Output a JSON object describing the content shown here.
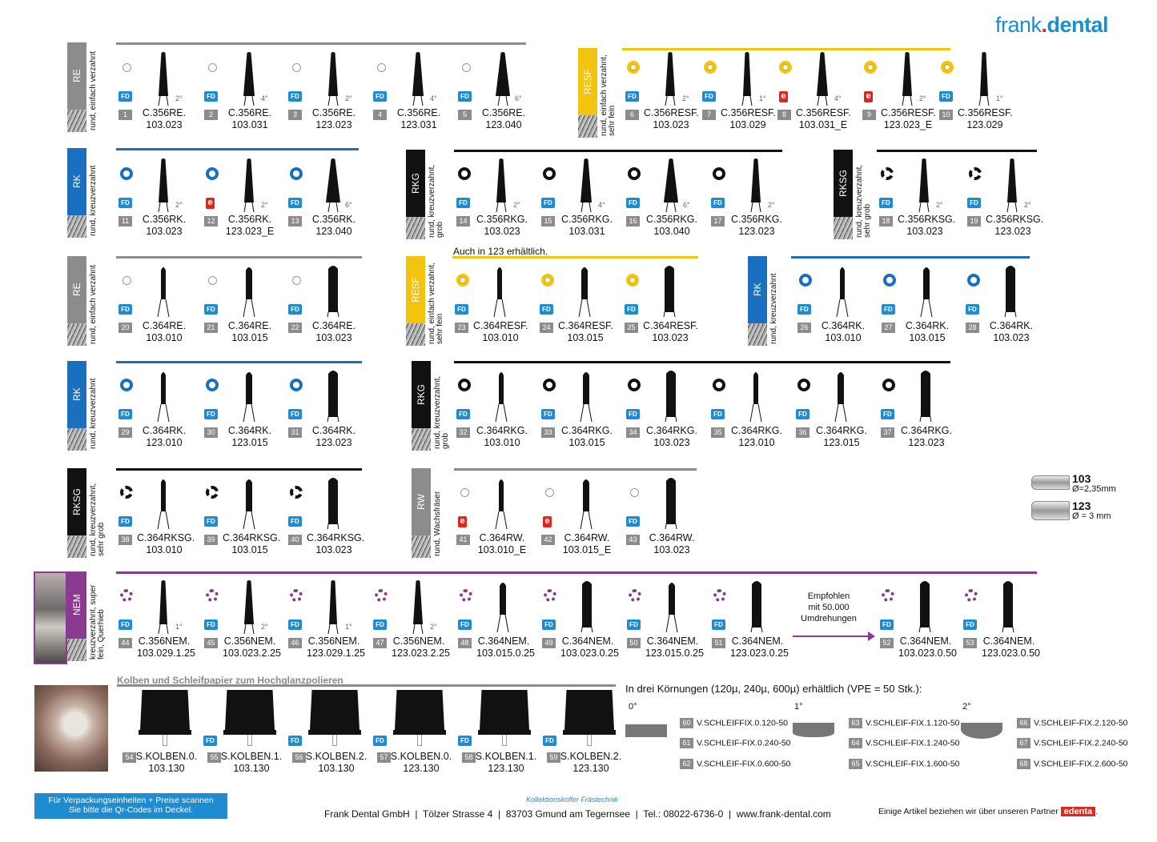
{
  "brand": {
    "left": "frank",
    "dot": ".",
    "right": "dental"
  },
  "colors": {
    "gray": "#8c8c8c",
    "blue": "#1b6fbf",
    "black": "#111111",
    "yellow": "#f2c40e",
    "purple": "#8a3b8f",
    "fd": "#1f8bd0",
    "red": "#e2261c"
  },
  "badges": {
    "fd": "FD",
    "e": "e"
  },
  "groups": [
    {
      "code": "RE",
      "desc": "rund, einfach verzahnt",
      "color": "gray"
    },
    {
      "code": "RESF",
      "desc": "rund, einfach verzahnt, sehr fein",
      "color": "yellow"
    },
    {
      "code": "RK",
      "desc": "rund, kreuzverzahnt",
      "color": "blue"
    },
    {
      "code": "RKG",
      "desc": "rund, kreuzverzahnt, grob",
      "color": "black"
    },
    {
      "code": "RKSG",
      "desc": "rund, kreuzverzahnt, sehr grob",
      "color": "black"
    },
    {
      "code": "RE",
      "desc": "rund, einfach verzahnt",
      "color": "gray"
    },
    {
      "code": "RESF",
      "desc": "rund, einfach verzahnt, sehr fein",
      "color": "yellow"
    },
    {
      "code": "RK",
      "desc": "rund, kreuzverzahnt",
      "color": "blue"
    },
    {
      "code": "RK",
      "desc": "rund, kreuzverzahnt",
      "color": "blue"
    },
    {
      "code": "RKG",
      "desc": "rund, kreuzverzahnt, grob",
      "color": "black"
    },
    {
      "code": "RKSG",
      "desc": "rund, kreuzverzahnt, sehr grob",
      "color": "black"
    },
    {
      "code": "RW",
      "desc": "rund, Wachsfräser",
      "color": "gray"
    },
    {
      "code": "NEM",
      "desc": "kreuzverzahnt, super fein, Querhieb",
      "color": "purple"
    }
  ],
  "items": [
    {
      "n": "1",
      "l1": "C.356RE.",
      "l2": "103.023",
      "a": "2°",
      "b": "fd",
      "r": "thin"
    },
    {
      "n": "2",
      "l1": "C.356RE.",
      "l2": "103.031",
      "a": "4°",
      "b": "fd",
      "r": "thin"
    },
    {
      "n": "3",
      "l1": "C.356RE.",
      "l2": "123.023",
      "a": "2°",
      "b": "fd",
      "r": "thin"
    },
    {
      "n": "4",
      "l1": "C.356RE.",
      "l2": "123.031",
      "a": "4°",
      "b": "fd",
      "r": "thin"
    },
    {
      "n": "5",
      "l1": "C.356RE.",
      "l2": "123.040",
      "a": "6°",
      "b": "fd",
      "r": "thin"
    },
    {
      "n": "6",
      "l1": "C.356RESF.",
      "l2": "103.023",
      "a": "2°",
      "b": "fd",
      "r": "yellow"
    },
    {
      "n": "7",
      "l1": "C.356RESF.",
      "l2": "103.029",
      "a": "1°",
      "b": "fd",
      "r": "yellow"
    },
    {
      "n": "8",
      "l1": "C.356RESF.",
      "l2": "103.031_E",
      "a": "4°",
      "b": "e",
      "r": "yellow"
    },
    {
      "n": "9",
      "l1": "C.356RESF.",
      "l2": "123.023_E",
      "a": "2°",
      "b": "e",
      "r": "yellow"
    },
    {
      "n": "10",
      "l1": "C.356RESF.",
      "l2": "123.029",
      "a": "1°",
      "b": "fd",
      "r": "yellow"
    },
    {
      "n": "11",
      "l1": "C.356RK.",
      "l2": "103.023",
      "a": "2°",
      "b": "fd",
      "r": "blue"
    },
    {
      "n": "12",
      "l1": "C.356RK.",
      "l2": "123.023_E",
      "a": "2°",
      "b": "e",
      "r": "blue"
    },
    {
      "n": "13",
      "l1": "C.356RK.",
      "l2": "123.040",
      "a": "6°",
      "b": "fd",
      "r": "blue"
    },
    {
      "n": "14",
      "l1": "C.356RKG.",
      "l2": "103.023",
      "a": "2°",
      "b": "fd",
      "r": "black"
    },
    {
      "n": "15",
      "l1": "C.356RKG.",
      "l2": "103.031",
      "a": "4°",
      "b": "fd",
      "r": "black"
    },
    {
      "n": "16",
      "l1": "C.356RKG.",
      "l2": "103.040",
      "a": "6°",
      "b": "fd",
      "r": "black"
    },
    {
      "n": "17",
      "l1": "C.356RKG.",
      "l2": "123.023",
      "a": "2°",
      "b": "fd",
      "r": "black"
    },
    {
      "n": "18",
      "l1": "C.356RKSG.",
      "l2": "103.023",
      "a": "2°",
      "b": "fd",
      "r": "sg"
    },
    {
      "n": "19",
      "l1": "C.356RKSG.",
      "l2": "123.023",
      "a": "2°",
      "b": "fd",
      "r": "sg"
    },
    {
      "n": "20",
      "l1": "C.364RE.",
      "l2": "103.010",
      "a": "",
      "b": "fd",
      "r": "thin"
    },
    {
      "n": "21",
      "l1": "C.364RE.",
      "l2": "103.015",
      "a": "",
      "b": "fd",
      "r": "thin"
    },
    {
      "n": "22",
      "l1": "C.364RE.",
      "l2": "103.023",
      "a": "",
      "b": "fd",
      "r": "thin"
    },
    {
      "n": "23",
      "l1": "C.364RESF.",
      "l2": "103.010",
      "a": "",
      "b": "fd",
      "r": "yellow"
    },
    {
      "n": "24",
      "l1": "C.364RESF.",
      "l2": "103.015",
      "a": "",
      "b": "fd",
      "r": "yellow"
    },
    {
      "n": "25",
      "l1": "C.364RESF.",
      "l2": "103.023",
      "a": "",
      "b": "fd",
      "r": "yellow"
    },
    {
      "n": "26",
      "l1": "C.364RK.",
      "l2": "103.010",
      "a": "",
      "b": "fd",
      "r": "blue"
    },
    {
      "n": "27",
      "l1": "C.364RK.",
      "l2": "103.015",
      "a": "",
      "b": "fd",
      "r": "blue"
    },
    {
      "n": "28",
      "l1": "C.364RK.",
      "l2": "103.023",
      "a": "",
      "b": "fd",
      "r": "blue"
    },
    {
      "n": "29",
      "l1": "C.364RK.",
      "l2": "123.010",
      "a": "",
      "b": "fd",
      "r": "blue"
    },
    {
      "n": "30",
      "l1": "C.364RK.",
      "l2": "123.015",
      "a": "",
      "b": "fd",
      "r": "blue"
    },
    {
      "n": "31",
      "l1": "C.364RK.",
      "l2": "123.023",
      "a": "",
      "b": "fd",
      "r": "blue"
    },
    {
      "n": "32",
      "l1": "C.364RKG.",
      "l2": "103.010",
      "a": "",
      "b": "fd",
      "r": "black"
    },
    {
      "n": "33",
      "l1": "C.364RKG.",
      "l2": "103.015",
      "a": "",
      "b": "fd",
      "r": "black"
    },
    {
      "n": "34",
      "l1": "C.364RKG.",
      "l2": "103.023",
      "a": "",
      "b": "fd",
      "r": "black"
    },
    {
      "n": "35",
      "l1": "C.364RKG.",
      "l2": "123.010",
      "a": "",
      "b": "fd",
      "r": "black"
    },
    {
      "n": "36",
      "l1": "C.364RKG.",
      "l2": "123.015",
      "a": "",
      "b": "fd",
      "r": "black"
    },
    {
      "n": "37",
      "l1": "C.364RKG.",
      "l2": "123.023",
      "a": "",
      "b": "fd",
      "r": "black"
    },
    {
      "n": "38",
      "l1": "C.364RKSG.",
      "l2": "103.010",
      "a": "",
      "b": "fd",
      "r": "sg"
    },
    {
      "n": "39",
      "l1": "C.364RKSG.",
      "l2": "103.015",
      "a": "",
      "b": "fd",
      "r": "sg"
    },
    {
      "n": "40",
      "l1": "C.364RKSG.",
      "l2": "103.023",
      "a": "",
      "b": "fd",
      "r": "sg"
    },
    {
      "n": "41",
      "l1": "C.364RW.",
      "l2": "103.010_E",
      "a": "",
      "b": "e",
      "r": "thin"
    },
    {
      "n": "42",
      "l1": "C.364RW.",
      "l2": "103.015_E",
      "a": "",
      "b": "e",
      "r": "thin"
    },
    {
      "n": "43",
      "l1": "C.364RW.",
      "l2": "103.023",
      "a": "",
      "b": "fd",
      "r": "thin"
    },
    {
      "n": "44",
      "l1": "C.356NEM.",
      "l2": "103.029.1.25",
      "a": "1°",
      "b": "fd",
      "r": "purple"
    },
    {
      "n": "45",
      "l1": "C.356NEM.",
      "l2": "103.023.2.25",
      "a": "2°",
      "b": "fd",
      "r": "purple"
    },
    {
      "n": "46",
      "l1": "C.356NEM.",
      "l2": "123.029.1.25",
      "a": "1°",
      "b": "fd",
      "r": "purple"
    },
    {
      "n": "47",
      "l1": "C.356NEM.",
      "l2": "123.023.2.25",
      "a": "2°",
      "b": "fd",
      "r": "purple"
    },
    {
      "n": "48",
      "l1": "C.364NEM.",
      "l2": "103.015.0.25",
      "a": "",
      "b": "fd",
      "r": "purple"
    },
    {
      "n": "49",
      "l1": "C.364NEM.",
      "l2": "103.023.0.25",
      "a": "",
      "b": "fd",
      "r": "purple"
    },
    {
      "n": "50",
      "l1": "C.364NEM.",
      "l2": "123.015.0.25",
      "a": "",
      "b": "fd",
      "r": "purple"
    },
    {
      "n": "51",
      "l1": "C.364NEM.",
      "l2": "123.023.0.25",
      "a": "",
      "b": "fd",
      "r": "purple"
    },
    {
      "n": "52",
      "l1": "C.364NEM.",
      "l2": "103.023.0.50",
      "a": "",
      "b": "fd",
      "r": "purple"
    },
    {
      "n": "53",
      "l1": "C.364NEM.",
      "l2": "123.023.0.50",
      "a": "",
      "b": "fd",
      "r": "purple"
    }
  ],
  "kolben": [
    {
      "n": "54",
      "l1": "S.KOLBEN.0.",
      "l2": "103.130",
      "b": ""
    },
    {
      "n": "55",
      "l1": "S.KOLBEN.1.",
      "l2": "103.130",
      "b": "fd"
    },
    {
      "n": "56",
      "l1": "S.KOLBEN.2.",
      "l2": "103.130",
      "b": "fd"
    },
    {
      "n": "57",
      "l1": "S.KOLBEN.0.",
      "l2": "123.130",
      "b": "fd"
    },
    {
      "n": "58",
      "l1": "S.KOLBEN.1.",
      "l2": "123.130",
      "b": "fd"
    },
    {
      "n": "59",
      "l1": "S.KOLBEN.2.",
      "l2": "123.130",
      "b": "fd"
    }
  ],
  "notes": {
    "also123": "Auch in 123 erhältlich.",
    "recommended": [
      "Empfohlen",
      "mit 50.000",
      "Umdrehungen"
    ],
    "kolben_title": "Kolben und Schleifpapier zum Hochglanzpolieren",
    "koernungen": "In drei Körnungen (120µ, 240µ, 600µ) erhältlich (VPE = 50 Stk.):",
    "deg0": "0°",
    "deg1": "1°",
    "deg2": "2°"
  },
  "schleif": [
    {
      "n": "60",
      "t": "V.SCHLEIFFIX.0.120-50"
    },
    {
      "n": "61",
      "t": "V.SCHLEIF-FIX.0.240-50"
    },
    {
      "n": "62",
      "t": "V.SCHLEIF-FIX.0.600-50"
    },
    {
      "n": "63",
      "t": "V.SCHLEIF-FIX.1.120-50"
    },
    {
      "n": "64",
      "t": "V.SCHLEIF-FIX.1.240-50"
    },
    {
      "n": "65",
      "t": "V.SCHLEIF-FIX.1.600-50"
    },
    {
      "n": "66",
      "t": "V.SCHLEIF-FIX.2.120-50"
    },
    {
      "n": "67",
      "t": "V.SCHLEIF-FIX.2.240-50"
    },
    {
      "n": "68",
      "t": "V.SCHLEIF-FIX.2.600-50"
    }
  ],
  "shafts": [
    {
      "code": "103",
      "dia": "Ø=2,35mm"
    },
    {
      "code": "123",
      "dia": "Ø = 3 mm"
    }
  ],
  "footer": {
    "qr_line1": "Für Verpackungseinheiten + Preise scannen",
    "qr_line2": "Sie bitte die Qr-Codes im Deckel.",
    "kollektion": "Kollektionskoffer Frästechnik",
    "address": "Frank Dental GmbH  |  Tölzer Strasse 4  |  83703 Gmund am Tegernsee  |  Tel.: 08022-6736-0  |  www.frank-dental.com",
    "partner": "Einige Artikel beziehen wir über unseren Partner",
    "partner_name": "edenta",
    "partner_dot": "."
  }
}
